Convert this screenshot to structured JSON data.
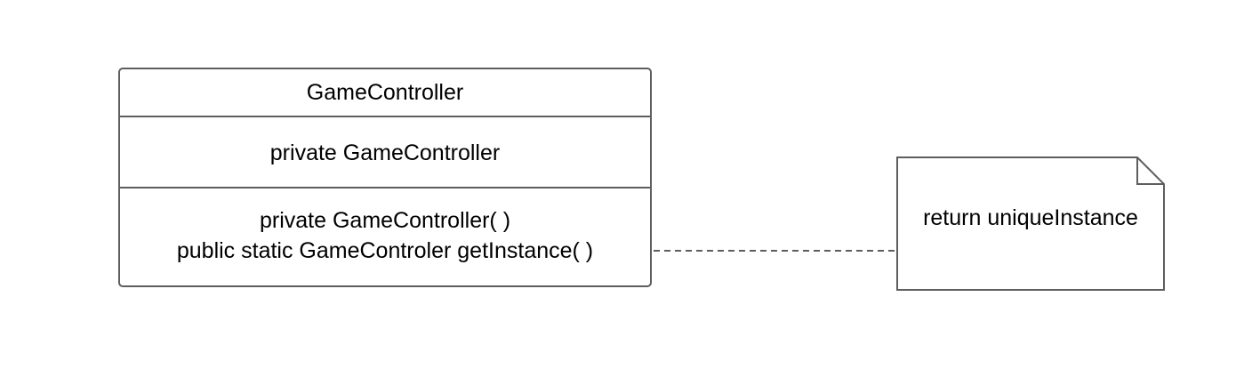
{
  "diagram": {
    "class": {
      "name": "GameController",
      "attributes": [
        "private GameController"
      ],
      "operations": [
        "private GameController( )",
        "public static GameControler getInstance( )"
      ]
    },
    "note": {
      "text": "return uniqueInstance"
    },
    "colors": {
      "stroke": "#5e5e5e",
      "fill": "#ffffff",
      "text": "#000000"
    }
  }
}
